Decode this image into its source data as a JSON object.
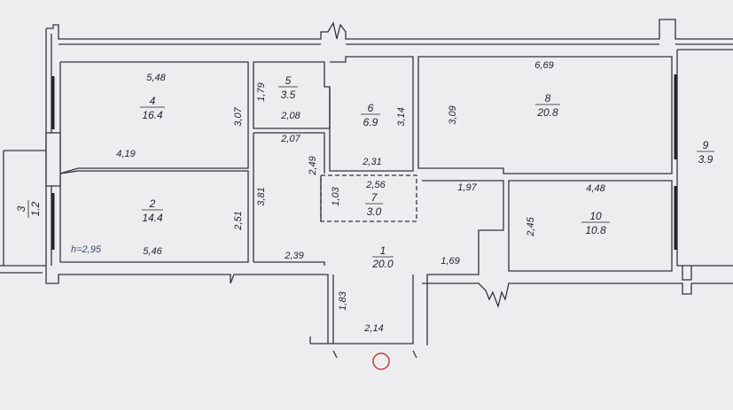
{
  "plan": {
    "ceiling_height": "h=2,95",
    "rooms": [
      {
        "id": "1",
        "number": "1",
        "area": "20.0"
      },
      {
        "id": "2",
        "number": "2",
        "area": "14.4"
      },
      {
        "id": "3",
        "number": "3",
        "area": "1.2"
      },
      {
        "id": "4",
        "number": "4",
        "area": "16.4"
      },
      {
        "id": "5",
        "number": "5",
        "area": "3.5"
      },
      {
        "id": "6",
        "number": "6",
        "area": "6.9"
      },
      {
        "id": "7",
        "number": "7",
        "area": "3.0"
      },
      {
        "id": "8",
        "number": "8",
        "area": "20.8"
      },
      {
        "id": "9",
        "number": "9",
        "area": "3.9"
      },
      {
        "id": "10",
        "number": "10",
        "area": "10.8"
      }
    ],
    "dimensions": {
      "r4_top": "5,48",
      "r4_right": "3,07",
      "r4_bottom": "4,19",
      "r5_left": "1,79",
      "r5_bottom": "2,08",
      "corr_top": "2,07",
      "corr_right": "2,49",
      "r6_right": "3,14",
      "r6_bottom": "2,31",
      "r8_top": "6,69",
      "r8_left": "3,09",
      "r7_top": "2,56",
      "r7_left": "1,03",
      "r1_notch": "1,97",
      "r10_top": "4,48",
      "r10_left": "2,45",
      "r2_left": "2,51",
      "r2_right": "3,81",
      "r2_bottom": "5,46",
      "r1_left": "2,39",
      "r1_right": "1,69",
      "entry_left": "1,83",
      "entry_bottom": "2,14"
    }
  }
}
